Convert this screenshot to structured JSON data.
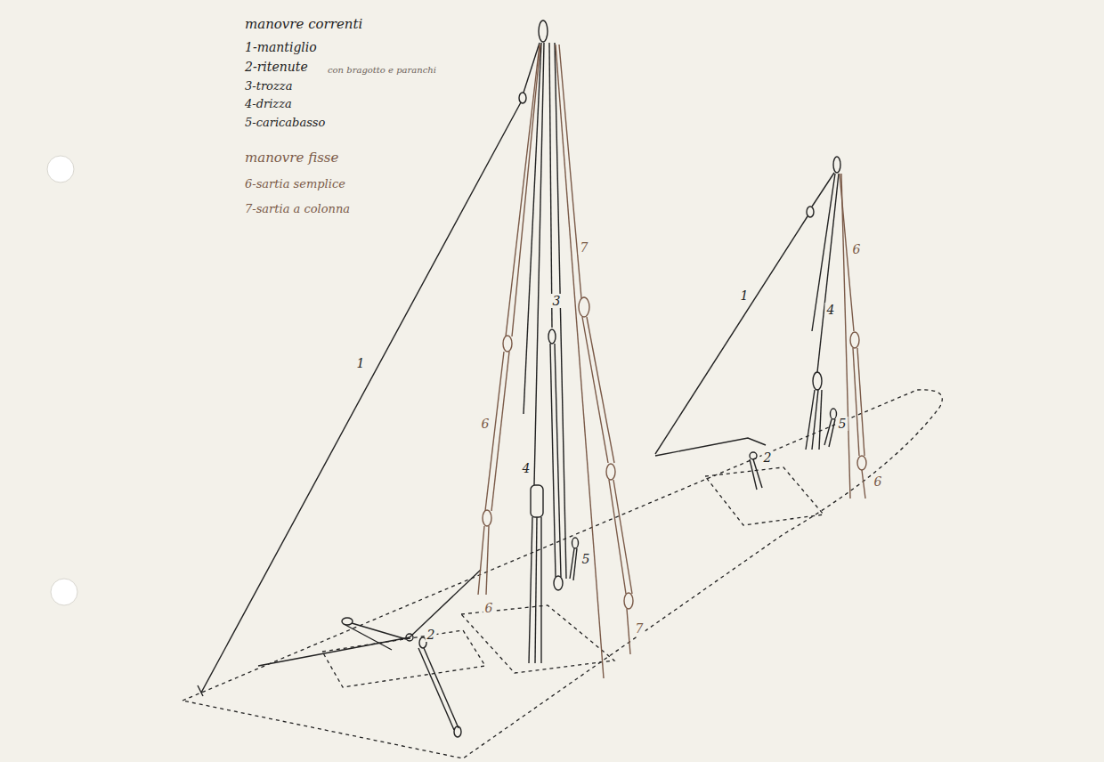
{
  "diagram": {
    "labels": [
      "manovre correnti",
      "1-mantiglio",
      "2-ritenute",
      "con bragotto e paranchi",
      "3-trozza",
      "4-drizza",
      "5-caricabasso",
      "manovre fisse",
      "6-sartia semplice",
      "7-sartia a colonna",
      "1",
      "2",
      "3",
      "4",
      "5",
      "6",
      "6",
      "7",
      "7",
      "1",
      "4",
      "5",
      "6",
      "6",
      "2"
    ]
  }
}
